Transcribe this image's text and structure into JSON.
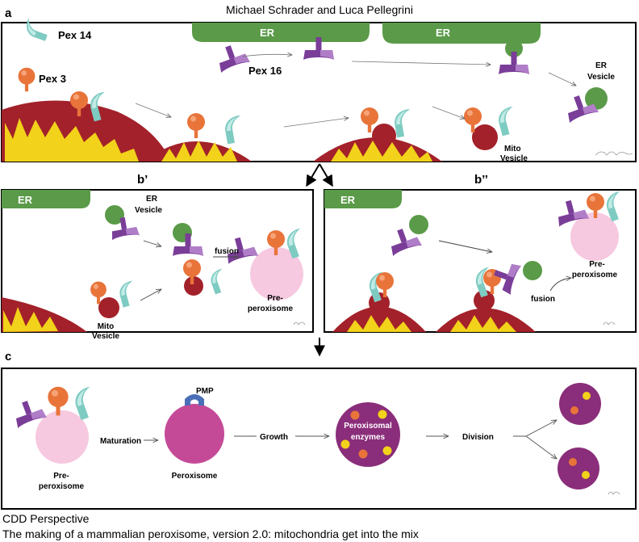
{
  "header": {
    "authors": "Michael Schrader and Luca Pellegrini"
  },
  "panels": {
    "a": {
      "label": "a"
    },
    "b1": {
      "label": "b’"
    },
    "b2": {
      "label": "b’’"
    },
    "c": {
      "label": "c"
    }
  },
  "labels": {
    "pex14": "Pex 14",
    "pex3": "Pex 3",
    "pex16": "Pex 16",
    "er": "ER",
    "er_vesicle_1": "ER",
    "er_vesicle_2": "Vesicle",
    "mito_vesicle_1": "Mito",
    "mito_vesicle_2": "Vesicle",
    "fusion": "fusion",
    "pre_1": "Pre-",
    "pre_2": "peroxisome",
    "pre_b2_2": "peroxisome",
    "maturation": "Maturation",
    "pmp": "PMP",
    "peroxisome": "Peroxisome",
    "growth": "Growth",
    "perox_enzymes_1": "Peroxisomal",
    "perox_enzymes_2": "enzymes",
    "division": "Division"
  },
  "colors": {
    "er": "#5a9a48",
    "pex3": "#e8743a",
    "pex14": "#7ecbc2",
    "pex16": "#7a3d98",
    "mito": "#a3212a",
    "mito_cristae": "#f2d21a",
    "pre_peroxisome": "#f6c9e0",
    "peroxisome": "#c44a98",
    "mature": "#8a2d7a",
    "pmp": "#4a6fb8"
  },
  "footer": {
    "line1": "CDD Perspective",
    "line2": "The making of a mammalian peroxisome, version 2.0: mitochondria get into the mix"
  }
}
